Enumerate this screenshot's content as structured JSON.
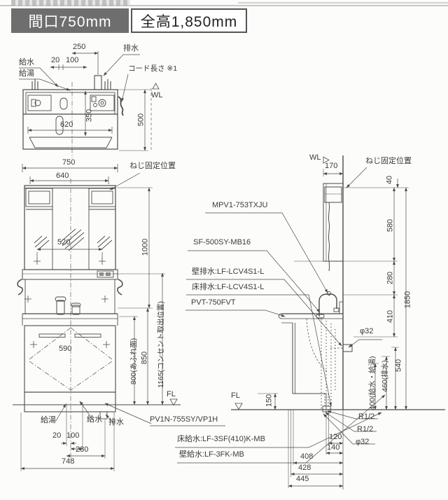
{
  "header": {
    "width_badge": "間口750mm",
    "height_badge": "全高1,850mm"
  },
  "colors": {
    "badge_bg": "#6e6e6e",
    "line": "#4a4a4a"
  },
  "plan": {
    "dim_250": "250",
    "dim_20": "20",
    "dim_100": "100",
    "dim_620": "620",
    "dim_350": "350",
    "dim_500": "500",
    "label_drain": "排水",
    "label_cord": "コード長さ ※1",
    "label_supply": "給水",
    "label_hot": "給湯",
    "label_wl": "WL"
  },
  "front": {
    "dim_750": "750",
    "dim_640": "640",
    "dim_520": "520",
    "dim_1000": "1000",
    "dim_590": "590",
    "dim_800": "800(あふれ面)",
    "dim_850": "850",
    "dim_1165": "1165(コンセント取出位置)",
    "dim_20": "20",
    "dim_100": "100",
    "dim_280": "280",
    "dim_748": "748",
    "label_screw": "ねじ固定位置",
    "label_hot": "給湯",
    "label_supply": "給水",
    "label_drain": "排水",
    "label_fl": "FL",
    "model": "PV1N-755SY/VP1H"
  },
  "callouts": {
    "mirror_unit": "MPV1-753TXJU",
    "washbasin": "SF-500SY-MB16",
    "wall_drain": "壁排水:LF-LCV4S1-L",
    "floor_drain": "床排水:LF-LCV4S1-L",
    "counter_top": "PVT-750FVT",
    "floor_supply": "床給水:LF-3SF(410)K-MB",
    "wall_supply": "壁給水:LF-3FK-MB",
    "label_fl": "FL",
    "dim_150": "150"
  },
  "side": {
    "label_wl": "WL",
    "dim_170": "170",
    "label_screw": "ねじ固定位置",
    "dim_40": "40",
    "dim_580": "580",
    "dim_280": "280",
    "dim_410": "410",
    "dim_1850": "1850",
    "phi32_upper": "φ32",
    "dim_540": "540",
    "dim_460": "460(排水)",
    "dim_400": "400(給水・給湯)",
    "r12_a": "R1/2",
    "r12_b": "R1/2",
    "phi32_lower": "φ32",
    "dim_120": "120",
    "dim_140": "140",
    "dim_408": "408",
    "dim_428": "428",
    "dim_445": "445"
  }
}
